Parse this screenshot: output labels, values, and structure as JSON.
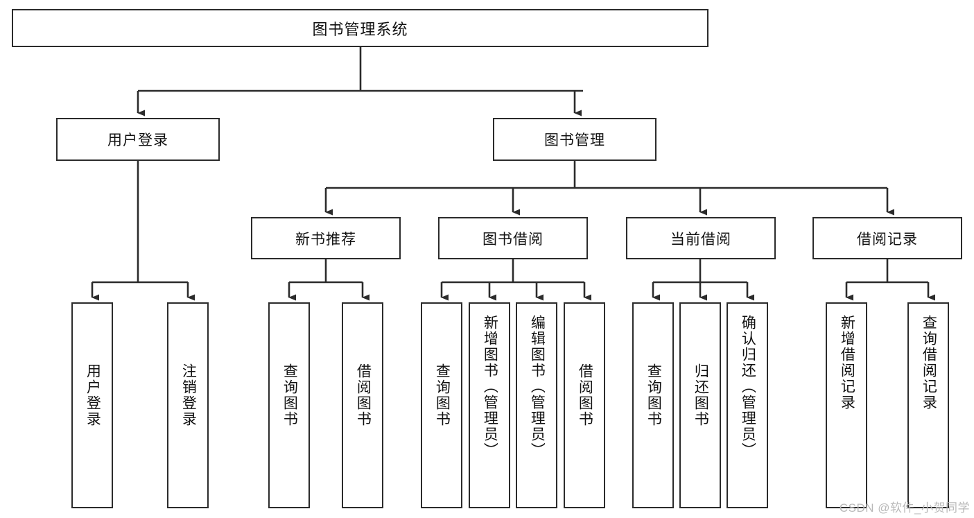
{
  "diagram": {
    "title": "图书管理系统",
    "type": "tree-hierarchy",
    "root": {
      "label": "图书管理系统"
    },
    "level2": [
      {
        "label": "用户登录"
      },
      {
        "label": "图书管理"
      }
    ],
    "level3": [
      {
        "label": "新书推荐"
      },
      {
        "label": "图书借阅"
      },
      {
        "label": "当前借阅"
      },
      {
        "label": "借阅记录"
      }
    ],
    "leaves": {
      "user_login": [
        {
          "label": "用户登录"
        },
        {
          "label": "注销登录"
        }
      ],
      "new_book_recommend": [
        {
          "label": "查询图书"
        },
        {
          "label": "借阅图书"
        }
      ],
      "book_borrow": [
        {
          "label": "查询图书"
        },
        {
          "label": "新增图书（管理员）"
        },
        {
          "label": "编辑图书（管理员）"
        },
        {
          "label": "借阅图书"
        }
      ],
      "current_borrow": [
        {
          "label": "查询图书"
        },
        {
          "label": "归还图书"
        },
        {
          "label": "确认归还（管理员）"
        }
      ],
      "borrow_record": [
        {
          "label": "新增借阅记录"
        },
        {
          "label": "查询借阅记录"
        }
      ]
    }
  },
  "watermark": {
    "text": "CSDN @软件_小贺同学"
  },
  "colors": {
    "border": "#2b2b2b",
    "background": "#ffffff",
    "text": "#111111",
    "watermark": "#b9b9b9"
  }
}
